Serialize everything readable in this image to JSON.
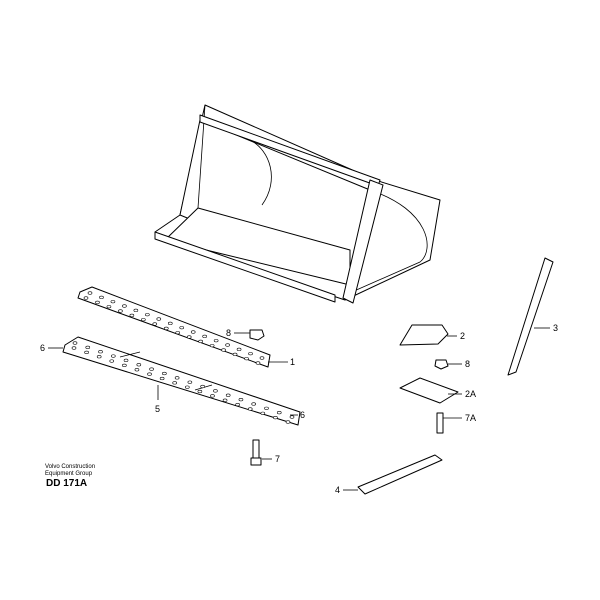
{
  "callouts": [
    "8",
    "1",
    "6",
    "5",
    "6",
    "7",
    "2",
    "8",
    "2A",
    "7A",
    "3",
    "4"
  ],
  "footer": {
    "company_line1": "Volvo Construction",
    "company_line2": "Equipment Group",
    "code": "DD 171A"
  }
}
